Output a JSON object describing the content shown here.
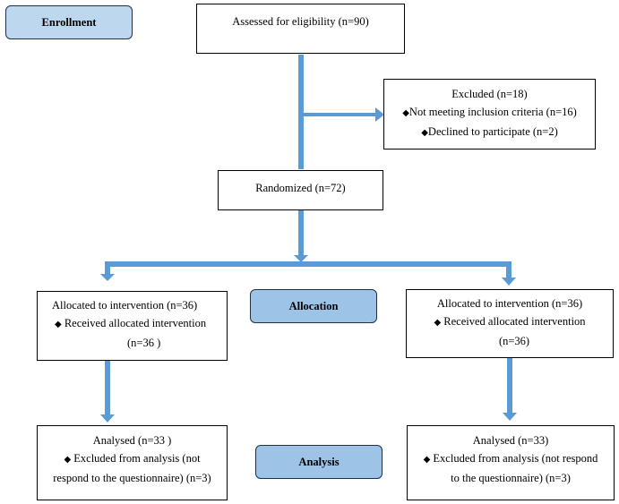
{
  "colors": {
    "arrow": "#5b9bd5",
    "label_fill": "#9dc3e6",
    "enrollment_fill": "#bdd7ee"
  },
  "stages": {
    "enrollment": "Enrollment",
    "allocation": "Allocation",
    "analysis": "Analysis"
  },
  "assessed": "Assessed for eligibility (n=90)",
  "excluded": {
    "title": "Excluded (n=18)",
    "items": [
      "Not meeting inclusion criteria (n=16)",
      "Declined to participate (n=2)"
    ]
  },
  "randomized": "Randomized (n=72)",
  "left_arm": {
    "allocated": "Allocated to intervention (n=36)",
    "received_line1": "Received allocated intervention",
    "received_line2": "(n=36  )",
    "analysed": "Analysed (n=33 )",
    "excluded_line1": "Excluded from analysis (not",
    "excluded_line2": "respond to the questionnaire) (n=3)"
  },
  "right_arm": {
    "allocated": "Allocated to intervention (n=36)",
    "received_line1": "Received allocated intervention",
    "received_line2": "(n=36)",
    "analysed": "Analysed (n=33)",
    "excluded_line1": "Excluded from analysis (not respond",
    "excluded_line2": "to the questionnaire) (n=3)"
  }
}
